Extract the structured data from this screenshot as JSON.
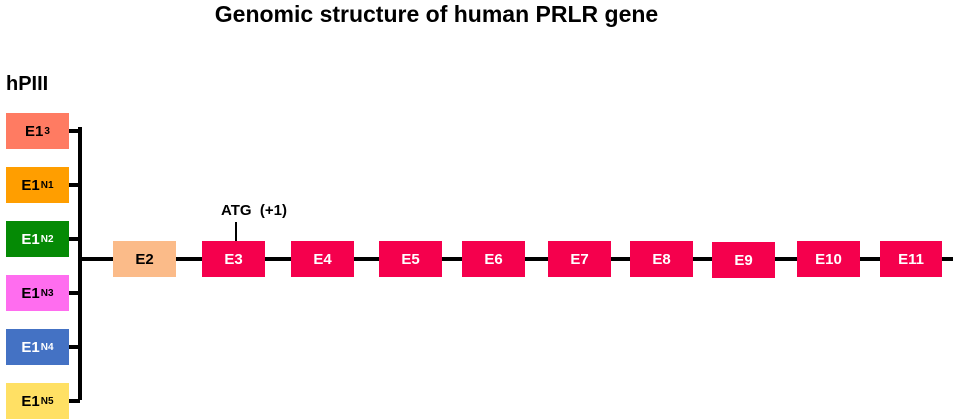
{
  "title": "Genomic structure of human PRLR gene",
  "promoter_label": "hPIII",
  "atg_label": "ATG  (+1)",
  "first_exons": [
    {
      "base": "E1",
      "sub": "3",
      "color": "#FF7B62"
    },
    {
      "base": "E1",
      "sub": "N1",
      "color": "#FF9E00"
    },
    {
      "base": "E1",
      "sub": "N2",
      "color": "#058A05"
    },
    {
      "base": "E1",
      "sub": "N3",
      "color": "#FF6DEF"
    },
    {
      "base": "E1",
      "sub": "N4",
      "color": "#4472C4"
    },
    {
      "base": "E1",
      "sub": "N5",
      "color": "#FFE064"
    }
  ],
  "exons": [
    {
      "label": "E2",
      "color": "#FBBB89"
    },
    {
      "label": "E3",
      "color": "#F5004D"
    },
    {
      "label": "E4",
      "color": "#F5004D"
    },
    {
      "label": "E5",
      "color": "#F5004D"
    },
    {
      "label": "E6",
      "color": "#F5004D"
    },
    {
      "label": "E7",
      "color": "#F5004D"
    },
    {
      "label": "E8",
      "color": "#F5004D"
    },
    {
      "label": "E9",
      "color": "#F5004D"
    },
    {
      "label": "E10",
      "color": "#F5004D"
    },
    {
      "label": "E11",
      "color": "#F5004D"
    }
  ]
}
